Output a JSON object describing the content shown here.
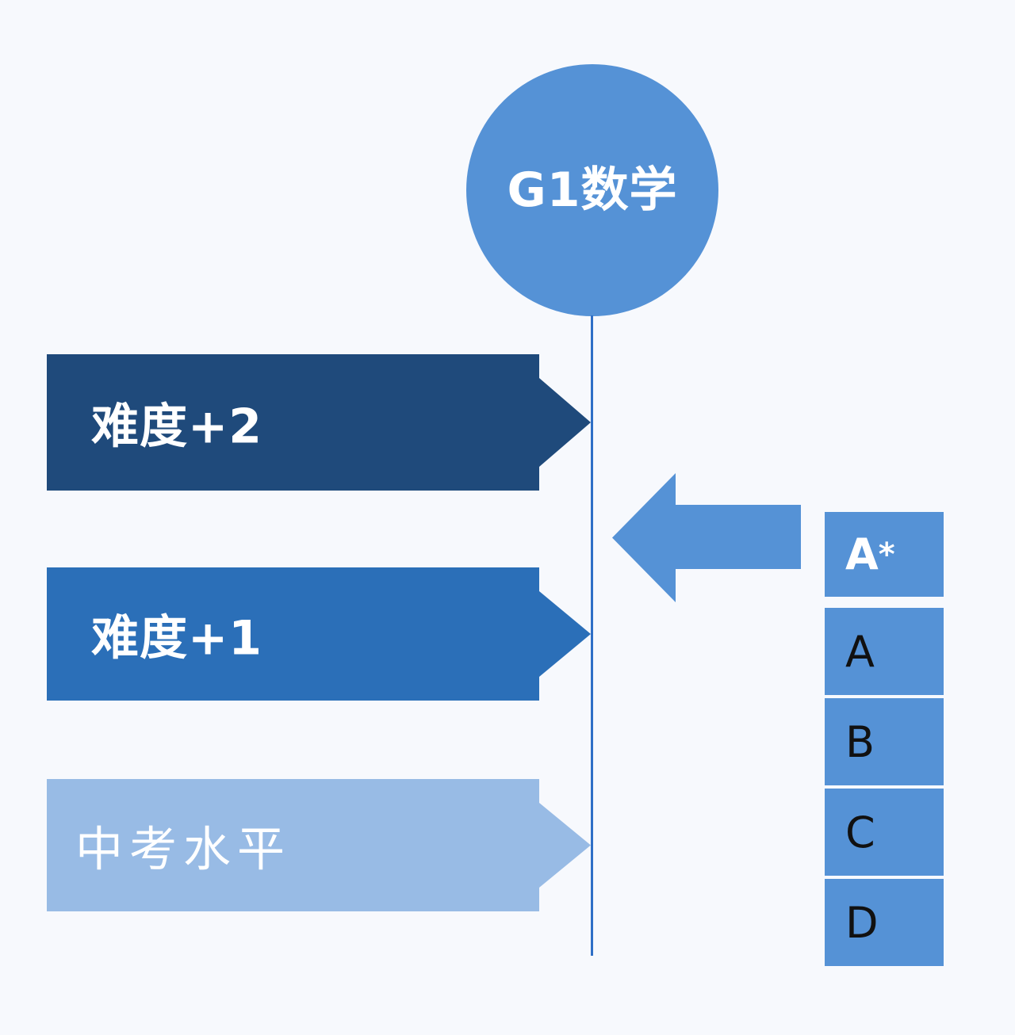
{
  "diagram": {
    "center_node": {
      "label": "G1数学",
      "color": "#5592d6"
    },
    "levels": [
      {
        "label": "难度+2",
        "color": "#1f4a7b"
      },
      {
        "label": "难度+1",
        "color": "#2b6fb8"
      },
      {
        "label": "中考水平",
        "color": "#98bbe5"
      }
    ],
    "arrow": {
      "direction": "left",
      "points_to_level": "难度+2 / 难度+1",
      "color": "#5592d6"
    },
    "grades": {
      "top": {
        "letter": "A",
        "suffix": "*"
      },
      "others": [
        "A",
        "B",
        "C",
        "D"
      ],
      "color": "#5592d6"
    },
    "axis_color": "#2f6fc6",
    "background": "#f7f9fd"
  }
}
